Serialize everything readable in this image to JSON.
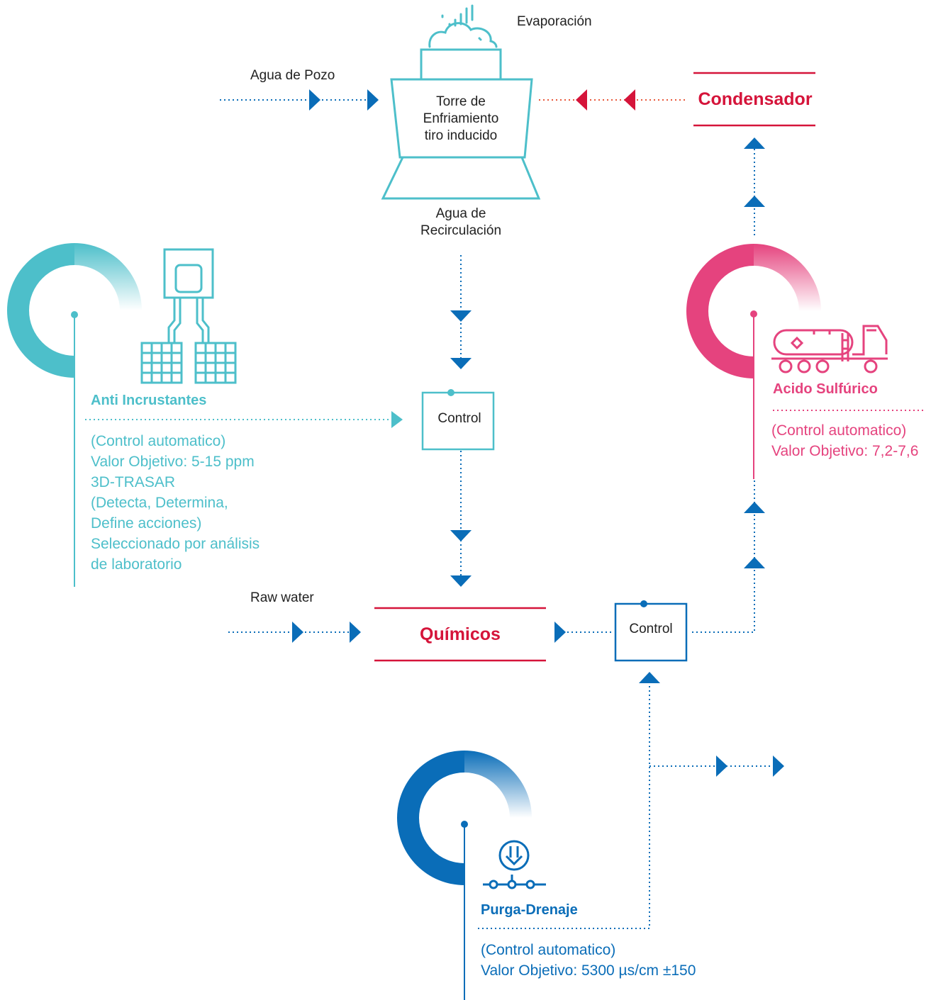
{
  "colors": {
    "blue": "#0a6db8",
    "teal": "#4dbfca",
    "pink": "#e5437e",
    "red": "#d5143a",
    "orange": "#e8573a"
  },
  "top": {
    "evaporation": "Evaporación",
    "well_water": "Agua de Pozo",
    "tower_lines": [
      "Torre de",
      "Enfriamiento",
      "tiro inducido"
    ],
    "recirculation_lines": [
      "Agua de",
      "Recirculación"
    ],
    "condenser": "Condensador"
  },
  "middle": {
    "control_top": "Control",
    "control_right": "Control",
    "raw_water": "Raw water",
    "chemicals": "Químicos"
  },
  "anti_scalants": {
    "title": "Anti Incrustantes",
    "lines": [
      "(Control automatico)",
      "Valor Objetivo: 5-15 ppm",
      "3D-TRASAR",
      "(Detecta, Determina,",
      "Define acciones)",
      "Seleccionado por análisis",
      "de laboratorio"
    ],
    "icon": "chip-icon"
  },
  "sulfuric_acid": {
    "title": "Acido Sulfúrico",
    "lines": [
      "(Control automatico)",
      "Valor Objetivo: 7,2-7,6"
    ],
    "icon": "tanker-truck-icon"
  },
  "purge": {
    "title": "Purga-Drenaje",
    "lines": [
      "(Control automatico)",
      "Valor Objetivo: 5300 µs/cm ±150"
    ],
    "icon": "drain-valve-icon"
  }
}
